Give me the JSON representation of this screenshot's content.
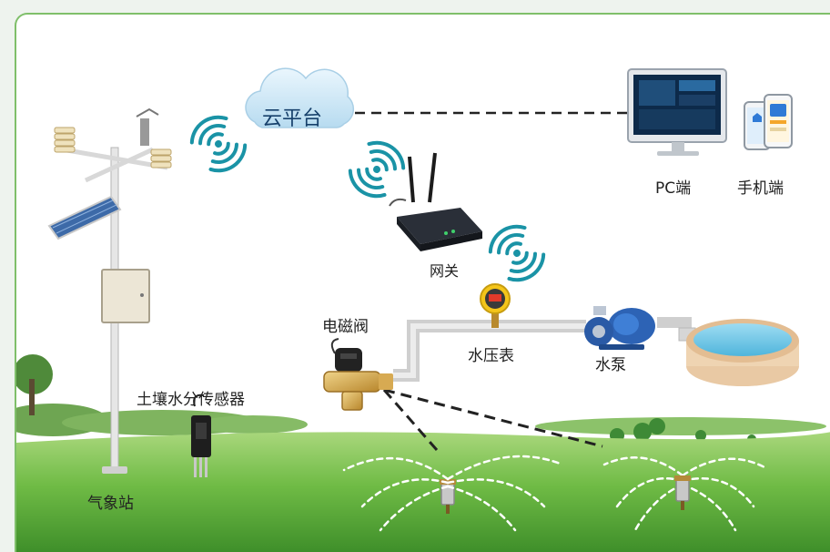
{
  "nodes": {
    "cloud": "云平台",
    "pc": "PC端",
    "phone": "手机端",
    "gateway": "网关",
    "valve": "电磁阀",
    "gauge": "水压表",
    "pump": "水泵",
    "soil_sensor": "土壤水分传感器",
    "weather_station": "气象站"
  },
  "colors": {
    "sky": "#ffffff",
    "grass": "#5fae3a",
    "cloud": "#c8e4f5",
    "signal": "#1a93a6",
    "pipe": "#d9d9d9",
    "water": "#6ec6e8"
  }
}
